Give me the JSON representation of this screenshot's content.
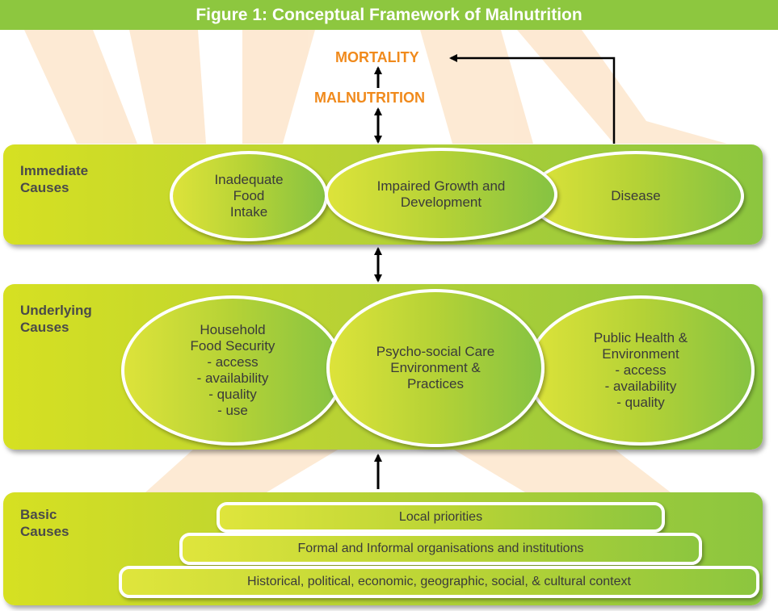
{
  "title": "Figure 1: Conceptual Framework of Malnutrition",
  "outcomes": {
    "mortality": "MORTALITY",
    "malnutrition": "MALNUTRITION"
  },
  "immediate": {
    "label": "Immediate\nCauses",
    "items": [
      "Inadequate\nFood\nIntake",
      "Impaired Growth and\nDevelopment",
      "Disease"
    ]
  },
  "underlying": {
    "label": "Underlying\nCauses",
    "items": [
      "Household\nFood Security\n- access\n- availability\n- quality\n- use",
      "Psycho-social Care\nEnvironment &\nPractices",
      "Public Health &\nEnvironment\n- access\n- availability\n- quality"
    ]
  },
  "basic": {
    "label": "Basic\nCauses",
    "items": [
      "Local priorities",
      "Formal and Informal organisations and institutions",
      "Historical, political, economic, geographic, social, & cultural context"
    ]
  },
  "colors": {
    "title_bar": "#8dc73f",
    "accent_orange": "#f08a1c",
    "background_shape": "#fde3c7"
  }
}
